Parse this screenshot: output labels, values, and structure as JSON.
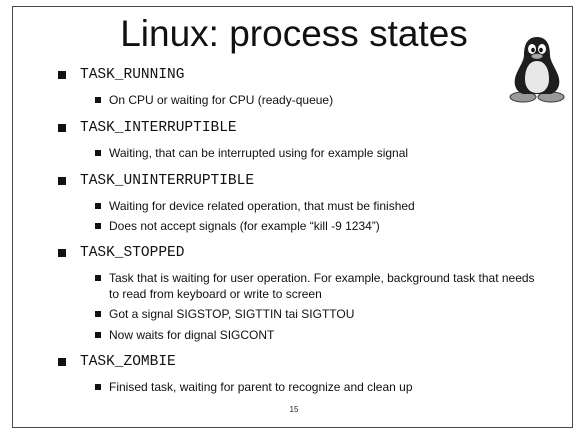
{
  "slide": {
    "title": "Linux: process states",
    "page_number": "15",
    "logo_icon": "tux-penguin-icon",
    "items": [
      {
        "state": "TASK_RUNNING",
        "details": [
          "On CPU or waiting for CPU (ready-queue)"
        ]
      },
      {
        "state": "TASK_INTERRUPTIBLE",
        "details": [
          "Waiting, that can be interrupted using for example signal"
        ]
      },
      {
        "state": "TASK_UNINTERRUPTIBLE",
        "details": [
          "Waiting for device related operation, that must be finished",
          "Does not accept signals (for example “kill -9 1234”)"
        ]
      },
      {
        "state": "TASK_STOPPED",
        "details": [
          "Task that is waiting for user operation. For example, background task that needs to read from keyboard or write to screen",
          "Got a signal SIGSTOP, SIGTTIN tai SIGTTOU",
          "Now waits for dignal SIGCONT"
        ]
      },
      {
        "state": "TASK_ZOMBIE",
        "details": [
          "Finised task, waiting for parent to recognize and clean up"
        ]
      }
    ]
  }
}
